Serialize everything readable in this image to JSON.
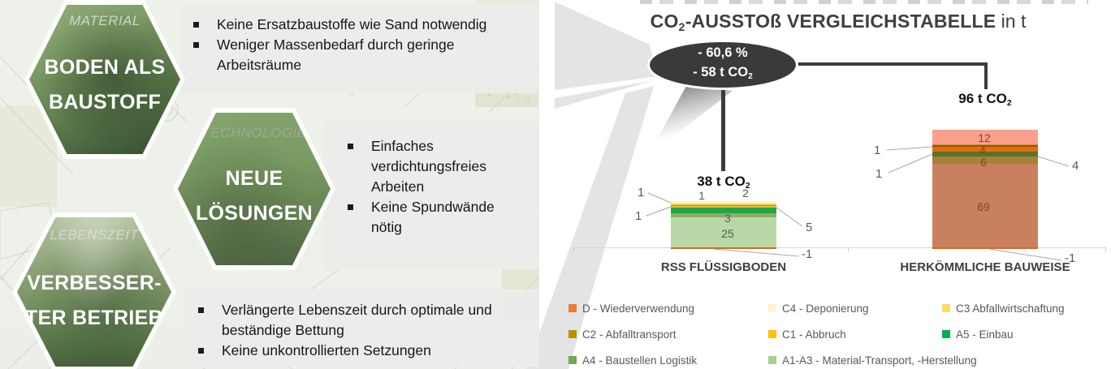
{
  "left_panel": {
    "hexagons": [
      {
        "tag": "MATERIAL",
        "title_line1": "BODEN ALS",
        "title_line2": "BAUSTOFF"
      },
      {
        "tag": "TECHNOLOGIE",
        "title_line1": "NEUE",
        "title_line2": "LÖSUNGEN"
      },
      {
        "tag": "LEBENSZEIT",
        "title_line1": "VERBESSER-",
        "title_line2": "TER BETRIEB"
      }
    ],
    "bullet_groups": [
      {
        "items": [
          "Keine Ersatzbaustoffe wie Sand notwendig",
          "Weniger Massenbedarf durch geringe Arbeitsräume"
        ]
      },
      {
        "items": [
          "Einfaches verdichtungsfreies Arbeiten",
          "Keine Spundwände nötig"
        ]
      },
      {
        "items": [
          "Verlängerte Lebenszeit durch optimale und beständige Bettung",
          "Keine unkontrollierten Setzungen"
        ]
      }
    ]
  },
  "chart_data": {
    "type": "bar",
    "stacked": true,
    "title": {
      "prefix": "CO",
      "sub": "2",
      "rest": "-AUSSTOß VERGLEICHSTABELLE",
      "unit": " in t"
    },
    "categories": [
      "RSS FLÜSSIGBODEN",
      "HERKÖMMLICHE BAUWEISE"
    ],
    "totals": [
      {
        "prefix": "38 t CO",
        "sub": "2"
      },
      {
        "prefix": "96 t CO",
        "sub": "2"
      }
    ],
    "callout": {
      "line1": "- 60,6 %",
      "line2_prefix": "- 58 t CO",
      "line2_sub": "2"
    },
    "series": [
      {
        "name": "D - Wiederverwendung",
        "color": "#ed7d31",
        "values": [
          -1,
          -1
        ]
      },
      {
        "name": "C4 - Deponierung",
        "color": "#fff2cc",
        "values": [
          2,
          12
        ]
      },
      {
        "name": "C3 Abfallwirtschaftung",
        "color": "#ffd966",
        "values": [
          1,
          1
        ]
      },
      {
        "name": "C2 - Abfalltransport",
        "color": "#bf8f00",
        "values": [
          1,
          1
        ]
      },
      {
        "name": "C1 - Abbruch",
        "color": "#ffc000",
        "values": [
          1,
          4
        ]
      },
      {
        "name": "A5 - Einbau",
        "color": "#00b050",
        "values": [
          5,
          4
        ]
      },
      {
        "name": "A4 - Baustellen Logistik",
        "color": "#6aab4e",
        "values": [
          3,
          6
        ]
      },
      {
        "name": "A1-A3 - Material-Transport, -Herstellung",
        "color": "#a9d18e",
        "values": [
          25,
          69
        ]
      }
    ],
    "bars": [
      {
        "category": "RSS FLÜSSIGBODEN",
        "segments": [
          {
            "label": "25",
            "value": 25,
            "color": "#b9d8a8"
          },
          {
            "label": "3",
            "value": 3,
            "color": "#8fae62"
          },
          {
            "label": "5",
            "value": 5,
            "color": "#1aa84d"
          },
          {
            "label": "1",
            "value": 1,
            "color": "#e8b93c"
          },
          {
            "label": "1",
            "value": 1,
            "color": "#bf8f00"
          },
          {
            "label": "1",
            "value": 1,
            "color": "#f5d154"
          },
          {
            "label": "2",
            "value": 2,
            "color": "#fdf2cf"
          }
        ],
        "negative": {
          "label": "-1",
          "value": 1,
          "color": "#e36c09"
        }
      },
      {
        "category": "HERKÖMMLICHE BAUWEISE",
        "segments": [
          {
            "label": "69",
            "value": 69,
            "color": "#c9805f"
          },
          {
            "label": "6",
            "value": 6,
            "color": "#a8813a"
          },
          {
            "label": "4",
            "value": 4,
            "color": "#55742f"
          },
          {
            "label": "4",
            "value": 4,
            "color": "#e36c09"
          },
          {
            "label": "1",
            "value": 1,
            "color": "#8a5a16"
          },
          {
            "label": "1",
            "value": 1,
            "color": "#c98f33"
          },
          {
            "label": "12",
            "value": 12,
            "color": "#fb9e8b"
          }
        ],
        "negative": {
          "label": "-1",
          "value": 1,
          "color": "#e36c09"
        }
      }
    ],
    "legend": [
      {
        "label": "D - Wiederverwendung",
        "color": "#ed7d31"
      },
      {
        "label": "C4 - Deponierung",
        "color": "#fff2cc"
      },
      {
        "label": "C3 Abfallwirtschaftung",
        "color": "#ffd966"
      },
      {
        "label": "C2 - Abfalltransport",
        "color": "#bf8f00"
      },
      {
        "label": "C1 - Abbruch",
        "color": "#ffc000"
      },
      {
        "label": "A5 - Einbau",
        "color": "#00b050"
      },
      {
        "label": "A4 - Baustellen Logistik",
        "color": "#6aab4e"
      },
      {
        "label": "A1-A3 - Material-Transport, -Herstellung",
        "color": "#a9d18e"
      }
    ],
    "axis": {
      "grid": false,
      "legend_position": "bottom"
    }
  }
}
